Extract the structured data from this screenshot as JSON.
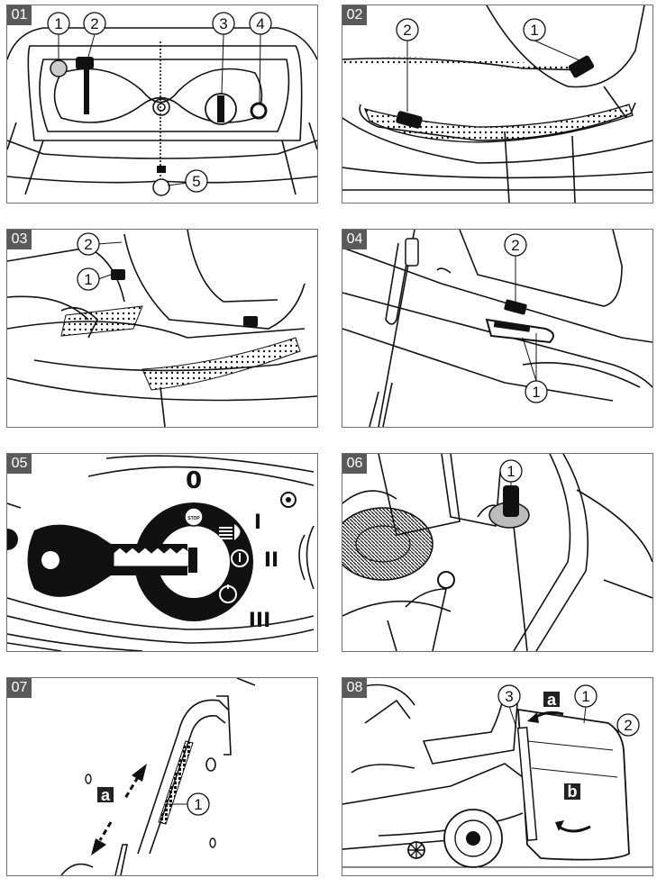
{
  "panels": [
    {
      "number": "01",
      "callouts": [
        "1",
        "2",
        "3",
        "4",
        "5"
      ]
    },
    {
      "number": "02",
      "callouts": [
        "2",
        "1"
      ]
    },
    {
      "number": "03",
      "callouts": [
        "2",
        "1"
      ]
    },
    {
      "number": "04",
      "callouts": [
        "2",
        "1"
      ]
    },
    {
      "number": "05",
      "positions": [
        "0",
        "I",
        "II",
        "III"
      ],
      "stop_label": "STOP"
    },
    {
      "number": "06",
      "callouts": [
        "1"
      ]
    },
    {
      "number": "07",
      "callouts": [
        "1"
      ],
      "letters": [
        "a"
      ]
    },
    {
      "number": "08",
      "callouts": [
        "3",
        "1",
        "2"
      ],
      "letters": [
        "a",
        "b"
      ]
    }
  ]
}
